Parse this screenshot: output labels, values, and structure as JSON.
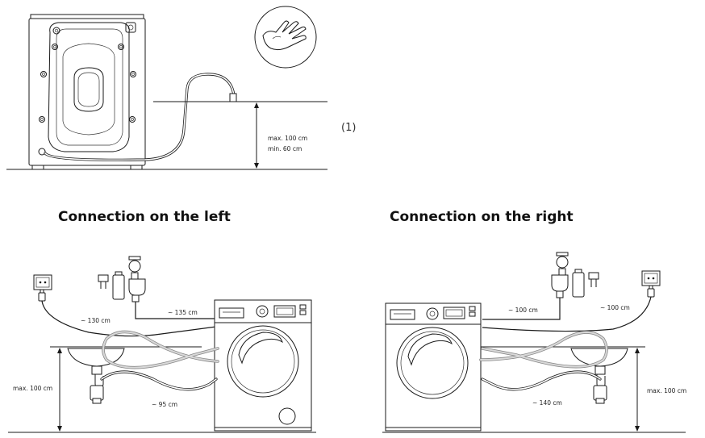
{
  "figure_label": "(1)",
  "top_diagram": {
    "height_max": "max. 100 cm",
    "height_min": "min. 60 cm",
    "caution_icon": "hand-icon"
  },
  "left_section": {
    "heading": "Connection on the left",
    "socket_cable_length": "~ 130 cm",
    "inlet_hose_length": "~ 135 cm",
    "drain_hose_length": "~ 95 cm",
    "sink_height": "max. 100 cm"
  },
  "right_section": {
    "heading": "Connection on the right",
    "inlet_hose_length": "~ 100 cm",
    "socket_cable_length": "~ 100 cm",
    "drain_hose_length": "~ 140 cm",
    "sink_height": "max. 100 cm"
  }
}
